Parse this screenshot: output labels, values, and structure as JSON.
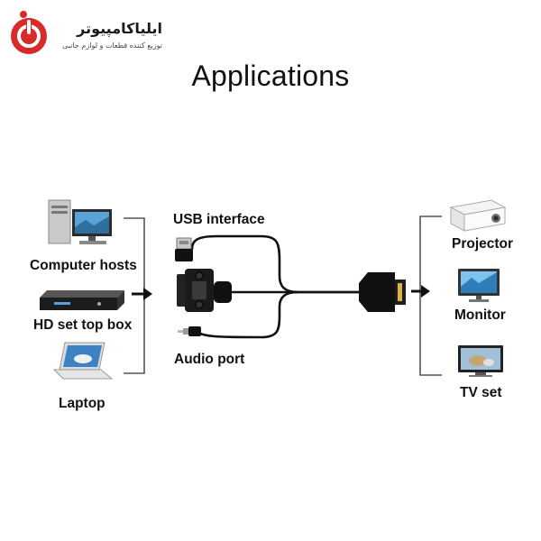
{
  "logo": {
    "brand_text": "ایلیاکامپیوتر",
    "tagline": "توزیع کننده قطعات و لوازم جانبی",
    "icon": "power-button-icon",
    "color": "#d72a2a"
  },
  "title": "Applications",
  "sources": {
    "items": [
      {
        "label": "Computer hosts",
        "icon": "desktop-computer-icon"
      },
      {
        "label": "HD set top box",
        "icon": "set-top-box-icon"
      },
      {
        "label": "Laptop",
        "icon": "laptop-icon"
      }
    ]
  },
  "cable": {
    "usb_label": "USB interface",
    "audio_label": "Audio port"
  },
  "outputs": {
    "items": [
      {
        "label": "Projector",
        "icon": "projector-icon"
      },
      {
        "label": "Monitor",
        "icon": "monitor-icon"
      },
      {
        "label": "TV set",
        "icon": "tv-icon"
      }
    ]
  },
  "colors": {
    "cable": "#111111",
    "bracket": "#555555",
    "arrow": "#111111"
  }
}
